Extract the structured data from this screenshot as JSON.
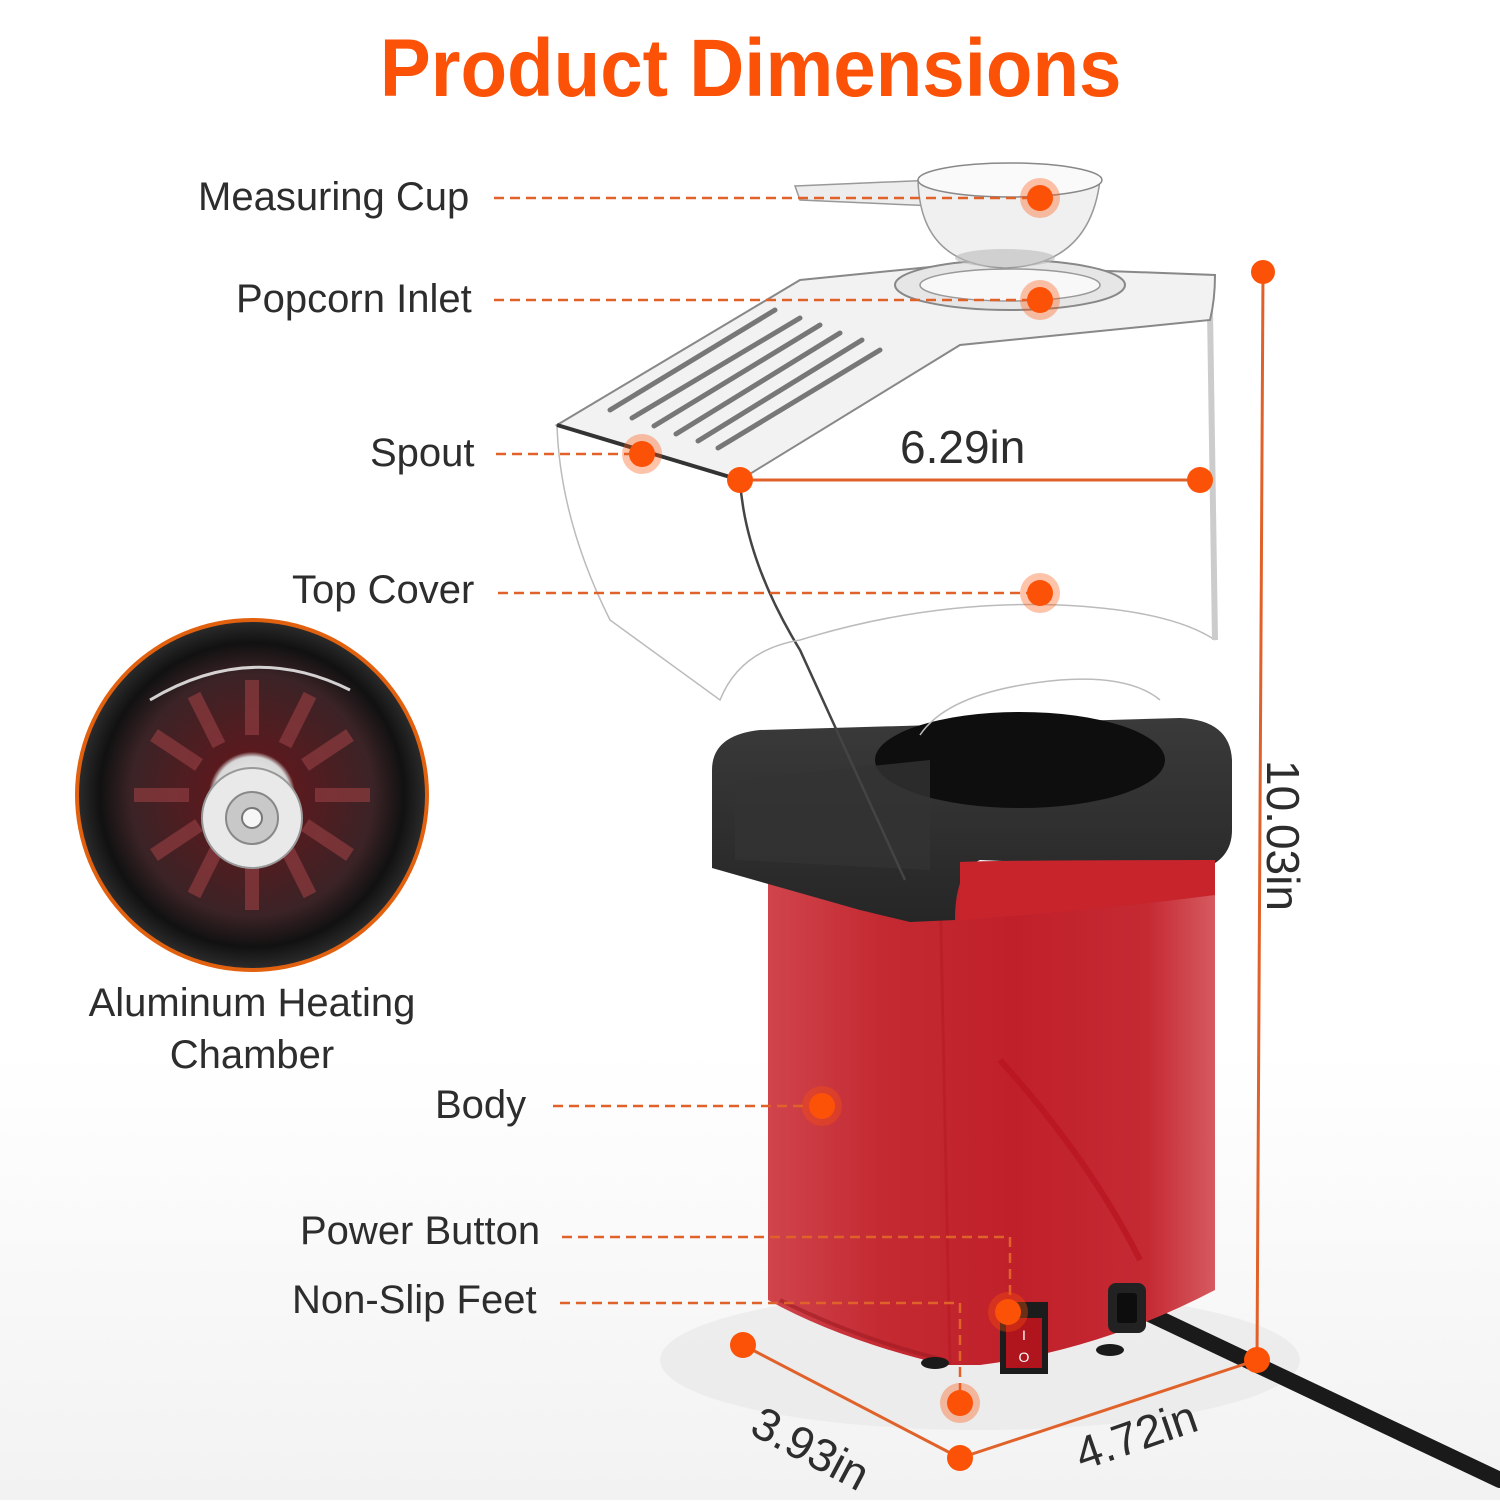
{
  "title": "Product Dimensions",
  "colors": {
    "accent": "#fb5208",
    "leader_line": "#e0622a",
    "body_red": "#c8242c",
    "lid_black": "#2f2f2f",
    "text": "#2d2d2d"
  },
  "callouts": [
    {
      "id": "measuring-cup",
      "label": "Measuring Cup"
    },
    {
      "id": "popcorn-inlet",
      "label": "Popcorn Inlet"
    },
    {
      "id": "spout",
      "label": "Spout"
    },
    {
      "id": "top-cover",
      "label": "Top Cover"
    },
    {
      "id": "body",
      "label": "Body"
    },
    {
      "id": "power-button",
      "label": "Power Button"
    },
    {
      "id": "non-slip-feet",
      "label": "Non-Slip Feet"
    }
  ],
  "inset": {
    "label_line1": "Aluminum Heating",
    "label_line2": "Chamber"
  },
  "dimensions": {
    "width": "6.29in",
    "height": "10.03in",
    "depth": "3.93in",
    "base_width": "4.72in"
  },
  "switch": {
    "on_symbol": "I",
    "off_symbol": "O"
  }
}
